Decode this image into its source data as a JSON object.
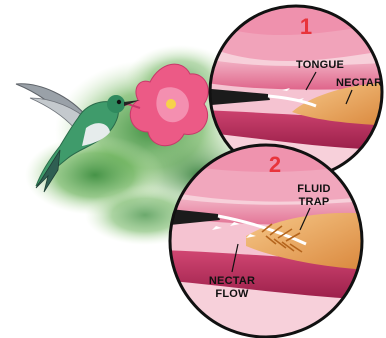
{
  "panels": [
    {
      "number": "1",
      "labels": {
        "tongue": "TONGUE",
        "nectar": "NECTAR"
      }
    },
    {
      "number": "2",
      "labels": {
        "fluid_trap_line1": "FLUID",
        "fluid_trap_line2": "TRAP",
        "nectar_flow_line1": "NECTAR",
        "nectar_flow_line2": "FLOW"
      }
    }
  ],
  "colors": {
    "number_red": "#e8343c",
    "flower_pink": "#ec5a86",
    "foliage_green": "#4f9f4a",
    "nectar_orange": "#e8a052",
    "outline": "#111111"
  },
  "icons": [
    "hummingbird-illustration",
    "flower-illustration",
    "foliage-background",
    "arrow-icon"
  ]
}
